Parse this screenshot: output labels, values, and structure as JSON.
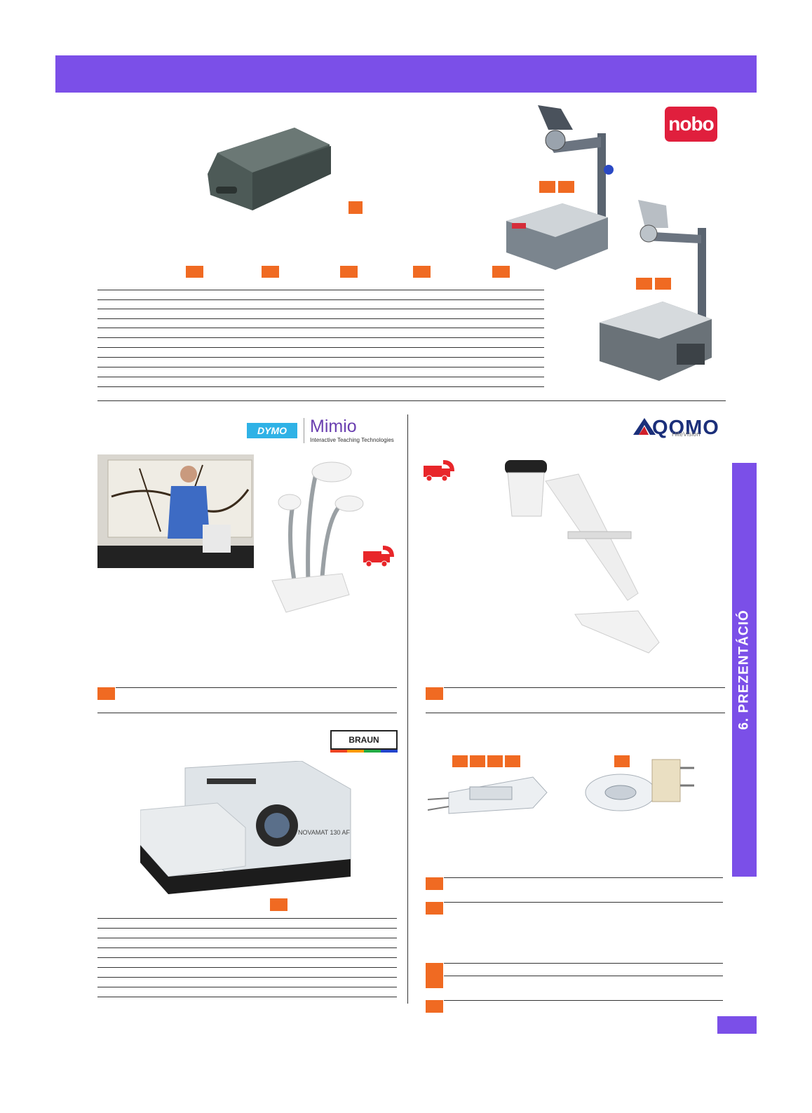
{
  "header": {
    "band_color": "#7b4fe8"
  },
  "side_tab": {
    "label": "6. PREZENTÁCIÓ",
    "color": "#7b4fe8"
  },
  "brands": {
    "nobo": "nobo",
    "dymo": "DYMO",
    "mimio": "Mimio",
    "mimio_tagline": "Interactive Teaching Technologies",
    "qomo": "QOMO",
    "qomo_tagline": "HiteVision",
    "braun": "BRAUN"
  },
  "products": {
    "slide_projector_model": "NOVAMAT 130 AF"
  },
  "accent_color": "#f06a22",
  "icons": [
    "delivery-phone-icon"
  ]
}
